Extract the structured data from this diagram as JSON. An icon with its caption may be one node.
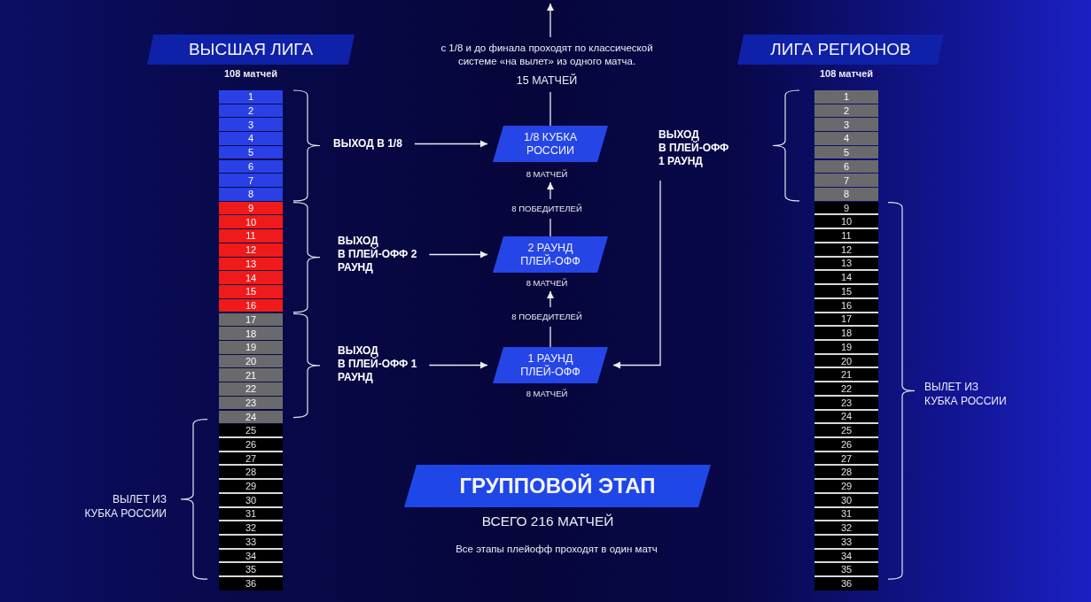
{
  "diagram": {
    "nodes": [
      {
        "text": [
          "ВЫСШАЯ ЛИГА"
        ],
        "beside": [
          "108 матчей"
        ]
      },
      {
        "text": [
          "1"
        ]
      },
      {
        "text": [
          "2"
        ]
      },
      {
        "text": [
          "3"
        ]
      },
      {
        "text": [
          "4"
        ]
      },
      {
        "text": [
          "5"
        ]
      },
      {
        "text": [
          "6"
        ]
      },
      {
        "text": [
          "7"
        ]
      },
      {
        "text": [
          "8"
        ]
      },
      {
        "text": [
          "9"
        ]
      },
      {
        "text": [
          "10"
        ]
      },
      {
        "text": [
          "11"
        ]
      },
      {
        "text": [
          "12"
        ]
      },
      {
        "text": [
          "13"
        ]
      },
      {
        "text": [
          "14"
        ]
      },
      {
        "text": [
          "15"
        ]
      },
      {
        "text": [
          "16"
        ]
      },
      {
        "text": [
          "17"
        ]
      },
      {
        "text": [
          "18"
        ]
      },
      {
        "text": [
          "19"
        ]
      },
      {
        "text": [
          "20"
        ]
      },
      {
        "text": [
          "21"
        ]
      },
      {
        "text": [
          "22"
        ]
      },
      {
        "text": [
          "23"
        ]
      },
      {
        "text": [
          "24"
        ]
      },
      {
        "text": [
          "25"
        ]
      },
      {
        "text": [
          "26"
        ]
      },
      {
        "text": [
          "27"
        ]
      },
      {
        "text": [
          "28"
        ]
      },
      {
        "text": [
          "29"
        ]
      },
      {
        "text": [
          "30"
        ]
      },
      {
        "text": [
          "31"
        ]
      },
      {
        "text": [
          "32"
        ]
      },
      {
        "text": [
          "33"
        ]
      },
      {
        "text": [
          "34"
        ]
      },
      {
        "text": [
          "35"
        ]
      },
      {
        "text": [
          "36"
        ]
      },
      {
        "text": [
          "ЛИГА РЕГИОНОВ"
        ],
        "beside": [
          "108 матчей"
        ]
      },
      {
        "text": [
          "1"
        ]
      },
      {
        "text": [
          "2"
        ]
      },
      {
        "text": [
          "3"
        ]
      },
      {
        "text": [
          "4"
        ]
      },
      {
        "text": [
          "5"
        ]
      },
      {
        "text": [
          "6"
        ]
      },
      {
        "text": [
          "7"
        ]
      },
      {
        "text": [
          "8"
        ]
      },
      {
        "text": [
          "9"
        ]
      },
      {
        "text": [
          "10"
        ]
      },
      {
        "text": [
          "11"
        ]
      },
      {
        "text": [
          "12"
        ]
      },
      {
        "text": [
          "13"
        ]
      },
      {
        "text": [
          "14"
        ]
      },
      {
        "text": [
          "15"
        ]
      },
      {
        "text": [
          "16"
        ]
      },
      {
        "text": [
          "17"
        ]
      },
      {
        "text": [
          "18"
        ]
      },
      {
        "text": [
          "19"
        ]
      },
      {
        "text": [
          "20"
        ]
      },
      {
        "text": [
          "21"
        ]
      },
      {
        "text": [
          "22"
        ]
      },
      {
        "text": [
          "23"
        ]
      },
      {
        "text": [
          "24"
        ]
      },
      {
        "text": [
          "25"
        ]
      },
      {
        "text": [
          "26"
        ]
      },
      {
        "text": [
          "27"
        ]
      },
      {
        "text": [
          "28"
        ]
      },
      {
        "text": [
          "29"
        ]
      },
      {
        "text": [
          "30"
        ]
      },
      {
        "text": [
          "31"
        ]
      },
      {
        "text": [
          "32"
        ]
      },
      {
        "text": [
          "33"
        ]
      },
      {
        "text": [
          "34"
        ]
      },
      {
        "text": [
          "35"
        ]
      },
      {
        "text": [
          "36"
        ]
      },
      {
        "text": [
          "ВЫХОД В 1/8"
        ]
      },
      {
        "text": [
          "ВЫХОД В ПЛЕЙ-ОФФ 2 РАУНД"
        ]
      },
      {
        "text": [
          "ВЫХОД В ПЛЕЙ-ОФФ 1 РАУНД"
        ]
      },
      {
        "text": [
          "1/8 КУБКА РОССИИ"
        ],
        "beside": [
          "8 МАТЧЕЙ"
        ]
      },
      {
        "text": [
          "2 РАУНД ПЛЕЙ-ОФФ"
        ],
        "beside": [
          "8 МАТЧЕЙ"
        ]
      },
      {
        "text": [
          "1 РАУНД ПЛЕЙ-ОФФ"
        ],
        "beside": [
          "8 МАТЧЕЙ"
        ]
      },
      {
        "text": [
          "ВЫХОД В ПЛЕЙ-ОФФ 1 РАУНД"
        ]
      },
      {
        "text": [
          "ГРУППОВОЙ ЭТАП"
        ],
        "beside": [
          "ВСЕГО 216 МАТЧЕЙ"
        ]
      }
    ],
    "edges": [
      {
        "from": 77,
        "to": null,
        "arrow": "to",
        "label": "15 МАТЧЕЙ"
      },
      {
        "from": 74,
        "to": 77,
        "arrow": "to"
      },
      {
        "from": 78,
        "to": 77,
        "arrow": "to",
        "label": "8 ПОБЕДИТЕЛЕЙ"
      },
      {
        "from": 75,
        "to": 78,
        "arrow": "to"
      },
      {
        "from": 79,
        "to": 78,
        "arrow": "to",
        "label": "8 ПОБЕДИТЕЛЕЙ"
      },
      {
        "from": 76,
        "to": 79,
        "arrow": "to"
      },
      {
        "from": 80,
        "to": 79,
        "arrow": "to"
      }
    ],
    "labels": [
      "с 1/8 и до финала проходят по классической системе «на вылет» из одного матча.",
      "ВЫЛЕТ ИЗ КУБКА РОССИИ",
      "ВЫЛЕТ ИЗ КУБКА РОССИИ",
      "Все этапы плейофф проходят в один матч"
    ]
  }
}
